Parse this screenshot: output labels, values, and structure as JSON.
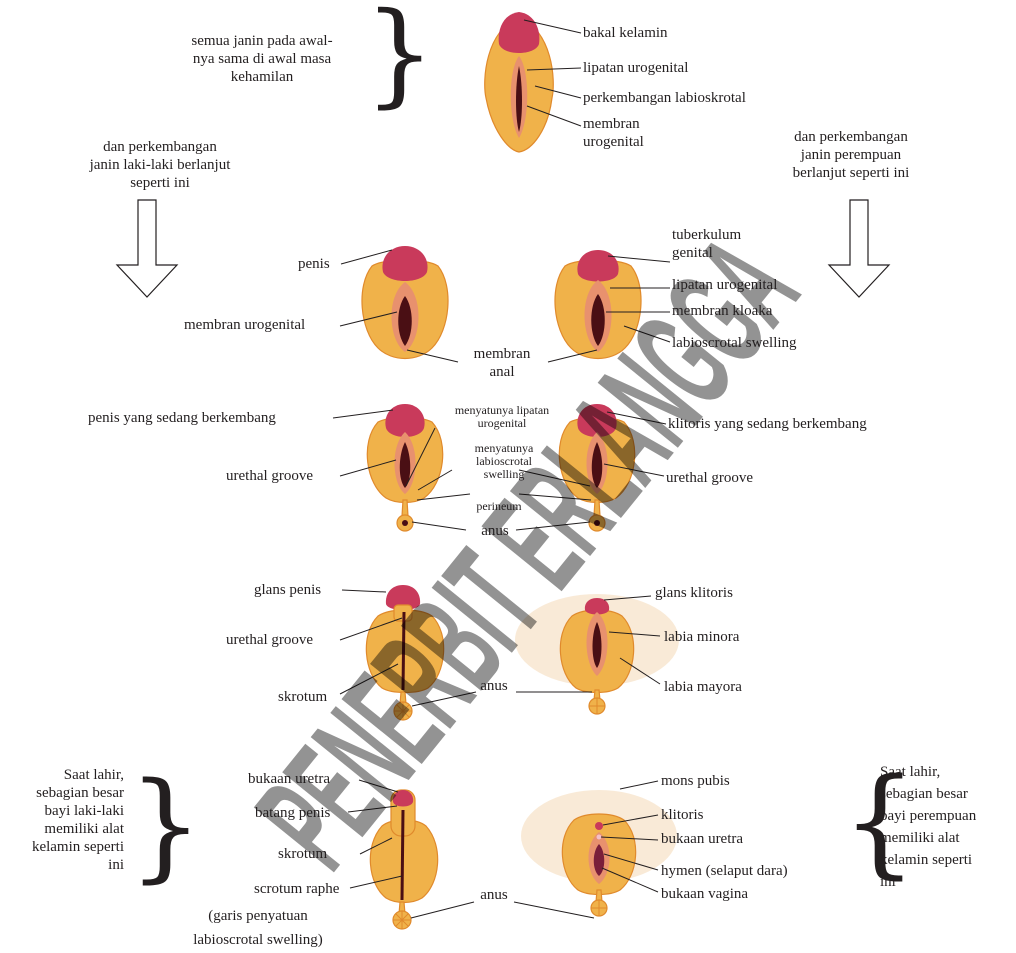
{
  "colors": {
    "skin": "#f0b24a",
    "skin_dark": "#e08a2c",
    "tip": "#c93a5b",
    "inner": "#e8916e",
    "slit": "#4a0f14",
    "line": "#231f20",
    "watermark": "#000000"
  },
  "stage1": {
    "note": "semua janin pada awal-\nnya sama di awal masa\nkehamilan",
    "labels": {
      "bakal_kelamin": "bakal kelamin",
      "lipatan_urogenital": "lipatan urogenital",
      "perkembangan_labioskrotal": "perkembangan labioskrotal",
      "membran_urogenital": "membran\nurogenital"
    }
  },
  "branch": {
    "male_text": "dan perkembangan\njanin laki-laki berlanjut\nseperti ini",
    "female_text": "dan perkembangan\njanin perempuan\nberlanjut seperti ini"
  },
  "stage2": {
    "penis": "penis",
    "membran_urogenital": "membran urogenital",
    "membran_anal": "membran\nanal",
    "tuberkulum_genital": "tuberkulum\ngenital",
    "lipatan_urogenital": "lipatan urogenital",
    "membran_kloaka": "membran kloaka",
    "labioscrotal_swelling": "labioscrotal swelling"
  },
  "stage3": {
    "penis_berkembang": "penis yang sedang berkembang",
    "urethal_groove_m": "urethal groove",
    "menyatunya_lipatan": "menyatunya lipatan\nurogenital",
    "menyatunya_labioscrotal": "menyatunya\nlabioscrotal\nswelling",
    "perineum": "perineum",
    "anus": "anus",
    "klitoris_berkembang": "klitoris yang sedang berkembang",
    "urethal_groove_f": "urethal groove"
  },
  "stage4": {
    "glans_penis": "glans penis",
    "urethal_groove": "urethal groove",
    "skrotum": "skrotum",
    "anus": "anus",
    "glans_klitoris": "glans klitoris",
    "labia_minora": "labia minora",
    "labia_mayora": "labia mayora"
  },
  "stage5": {
    "male_note": "Saat lahir,\nsebagian besar\nbayi laki-laki\nmemiliki alat\nkelamin seperti\nini",
    "bukaan_uretra_m": "bukaan uretra",
    "batang_penis": "batang penis",
    "skrotum": "skrotum",
    "scrotum_raphe": "scrotum raphe",
    "garis_penyatuan": "(garis penyatuan\nlabioscrotal swelling)",
    "anus": "anus",
    "mons_pubis": "mons pubis",
    "klitoris": "klitoris",
    "bukaan_uretra_f": "bukaan uretra",
    "hymen": "hymen (selaput dara)",
    "bukaan_vagina": "bukaan vagina",
    "female_note": "Saat lahir,\nsebagian besar\nbayi perempuan\nmemiliki alat\nkelamin seperti\nini"
  },
  "watermark": "PENERBIT ERLANGGA"
}
